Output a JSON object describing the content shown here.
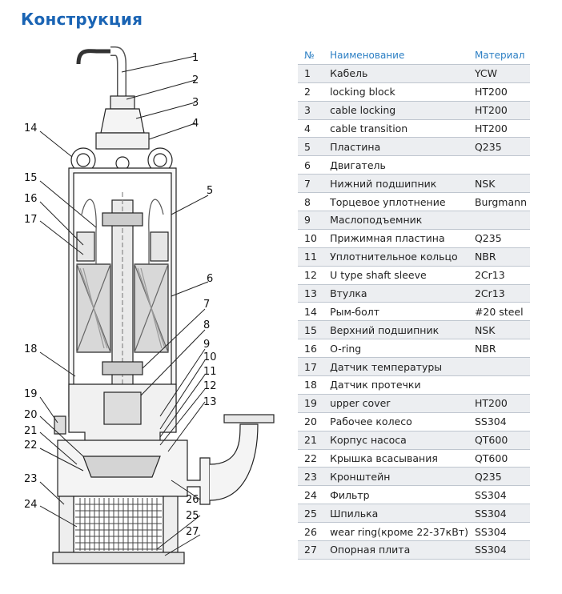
{
  "title": "Конструкция",
  "table": {
    "headers": {
      "no": "№",
      "name": "Наименование",
      "material": "Материал"
    },
    "rows": [
      {
        "no": "1",
        "name": "Кабель",
        "material": "YCW"
      },
      {
        "no": "2",
        "name": "locking block",
        "material": "HT200"
      },
      {
        "no": "3",
        "name": "cable locking",
        "material": "HT200"
      },
      {
        "no": "4",
        "name": "cable transition",
        "material": "HT200"
      },
      {
        "no": "5",
        "name": "Пластина",
        "material": "Q235"
      },
      {
        "no": "6",
        "name": "Двигатель",
        "material": ""
      },
      {
        "no": "7",
        "name": "Нижний подшипник",
        "material": "NSK"
      },
      {
        "no": "8",
        "name": "Торцевое уплотнение",
        "material": "Burgmann"
      },
      {
        "no": "9",
        "name": "Маслоподъемник",
        "material": ""
      },
      {
        "no": "10",
        "name": "Прижимная пластина",
        "material": "Q235"
      },
      {
        "no": "11",
        "name": "Уплотнительное кольцо",
        "material": "NBR"
      },
      {
        "no": "12",
        "name": "U type shaft sleeve",
        "material": "2Cr13"
      },
      {
        "no": "13",
        "name": "Втулка",
        "material": "2Cr13"
      },
      {
        "no": "14",
        "name": "Рым-болт",
        "material": "#20 steel"
      },
      {
        "no": "15",
        "name": "Верхний подшипник",
        "material": "NSK"
      },
      {
        "no": "16",
        "name": "O-ring",
        "material": "NBR"
      },
      {
        "no": "17",
        "name": "Датчик температуры",
        "material": ""
      },
      {
        "no": "18",
        "name": "Датчик протечки",
        "material": ""
      },
      {
        "no": "19",
        "name": "upper cover",
        "material": "HT200"
      },
      {
        "no": "20",
        "name": "Рабочее колесо",
        "material": "SS304"
      },
      {
        "no": "21",
        "name": "Корпус насоса",
        "material": "QT600"
      },
      {
        "no": "22",
        "name": "Крышка всасывания",
        "material": "QT600"
      },
      {
        "no": "23",
        "name": "Кронштейн",
        "material": "Q235"
      },
      {
        "no": "24",
        "name": "Фильтр",
        "material": "SS304"
      },
      {
        "no": "25",
        "name": "Шпилька",
        "material": "SS304"
      },
      {
        "no": "26",
        "name": "wear ring(кроме 22-37кВт)",
        "material": "SS304"
      },
      {
        "no": "27",
        "name": "Опорная плита",
        "material": "SS304"
      }
    ]
  },
  "callouts": [
    "1",
    "2",
    "3",
    "4",
    "5",
    "6",
    "7",
    "8",
    "9",
    "10",
    "11",
    "12",
    "13",
    "14",
    "15",
    "16",
    "17",
    "18",
    "19",
    "20",
    "21",
    "22",
    "23",
    "24",
    "25",
    "26",
    "27"
  ]
}
